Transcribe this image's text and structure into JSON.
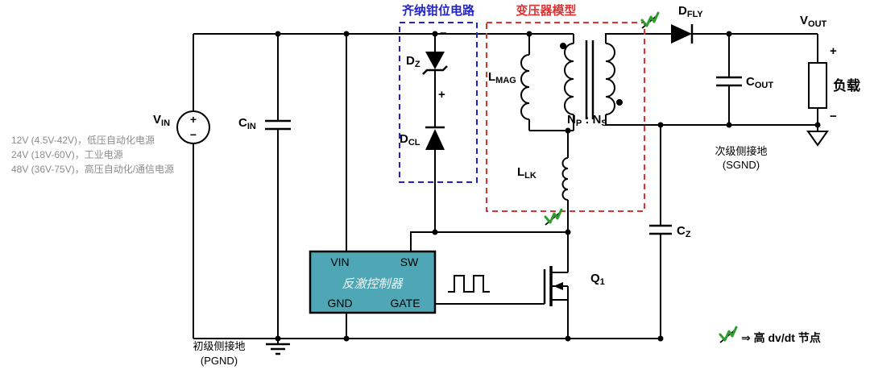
{
  "diagram": {
    "boxes": {
      "zener": {
        "title": "齐纳钳位电路",
        "color": "#2323cc"
      },
      "transformer": {
        "title": "变压器模型",
        "color": "#e03131"
      }
    },
    "notes": [
      "12V (4.5V-42V)，低压自动化电源",
      "24V (18V-60V)，工业电源",
      "48V (36V-75V)，高压自动化/通信电源"
    ],
    "source": {
      "main": "V",
      "sub": "IN",
      "plus": "+",
      "minus": "−"
    },
    "components": {
      "cin": {
        "main": "C",
        "sub": "IN"
      },
      "dz": {
        "main": "D",
        "sub": "Z"
      },
      "dcl": {
        "main": "D",
        "sub": "CL"
      },
      "lmag": {
        "main": "L",
        "sub": "MAG"
      },
      "llk": {
        "main": "L",
        "sub": "LK"
      },
      "ratio": {
        "np": "N",
        "np_sub": "P",
        "sep": " : ",
        "ns": "N",
        "ns_sub": "S"
      },
      "dfly": {
        "main": "D",
        "sub": "FLY"
      },
      "vout": {
        "main": "V",
        "sub": "OUT"
      },
      "cout": {
        "main": "C",
        "sub": "OUT"
      },
      "cz": {
        "main": "C",
        "sub": "Z"
      },
      "q1": {
        "main": "Q",
        "sub": "1"
      }
    },
    "clamp": {
      "minus": "−",
      "plus": "+"
    },
    "load": {
      "label": "负载",
      "plus": "+",
      "minus": "−"
    },
    "controller": {
      "title": "反激控制器",
      "pin_vin": "VIN",
      "pin_sw": "SW",
      "pin_gnd": "GND",
      "pin_gate": "GATE",
      "fill": "#4fa7b5"
    },
    "grounds": {
      "pgnd_line1": "初级侧接地",
      "pgnd_line2": "(PGND)",
      "sgnd_line1": "次级侧接地",
      "sgnd_line2": "(SGND)"
    },
    "legend": {
      "text": "⇒ 高 dv/dt 节点"
    },
    "colors": {
      "wire": "#000000",
      "marker_green": "#2f9e2f",
      "note_gray": "#8c8c8c"
    }
  }
}
